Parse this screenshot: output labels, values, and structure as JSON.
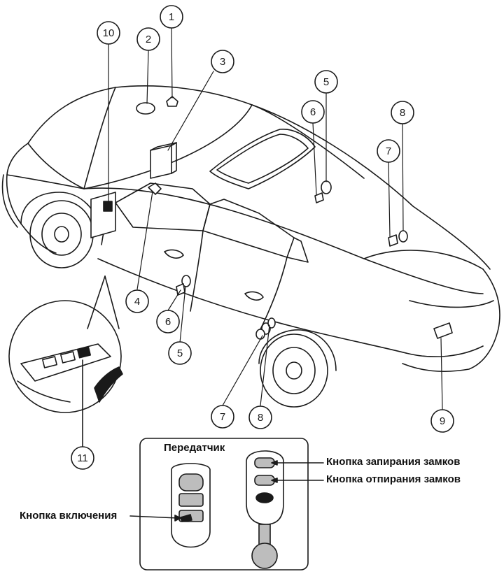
{
  "callouts": {
    "c1": "1",
    "c2": "2",
    "c3": "3",
    "c4": "4",
    "c5a": "5",
    "c5b": "5",
    "c6a": "6",
    "c6b": "6",
    "c7a": "7",
    "c7b": "7",
    "c8a": "8",
    "c8b": "8",
    "c9": "9",
    "c10": "10",
    "c11": "11"
  },
  "inset": {
    "transmitter_title": "Передатчик",
    "power_button": "Кнопка включения",
    "lock_button": "Кнопка запирания замков",
    "unlock_button": "Кнопка отпирания замков"
  },
  "colors": {
    "ink": "#1a1a1a",
    "paper": "#ffffff",
    "shade": "#bdbdbd"
  }
}
